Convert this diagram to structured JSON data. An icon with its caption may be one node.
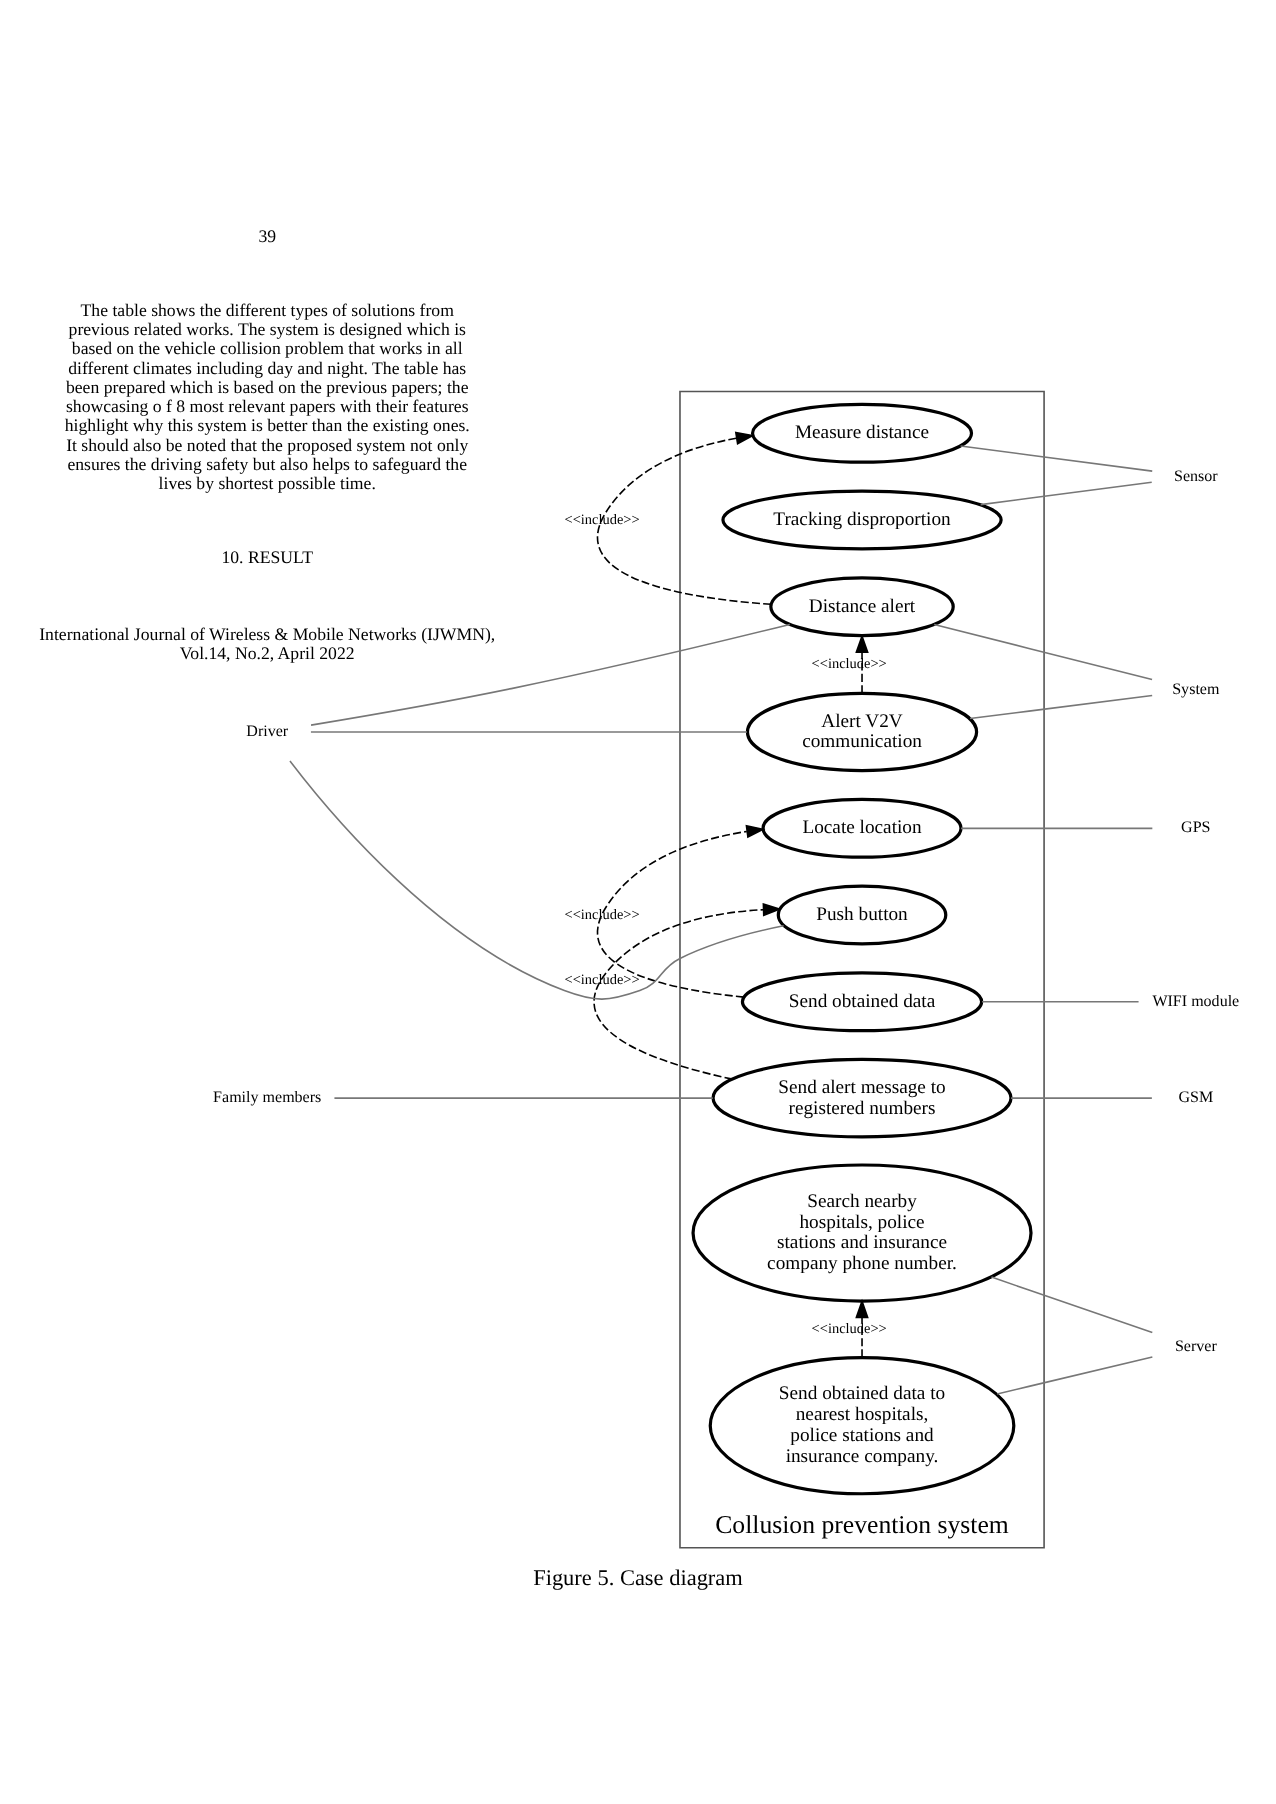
{
  "diagram": {
    "caption": "Figure 5. Case diagram",
    "nodes": [
      {
        "text": [
          "Collusion prevention system"
        ]
      },
      {
        "text": [
          "Measure distance"
        ],
        "in": 0
      },
      {
        "text": [
          "Tracking disproportion"
        ],
        "in": 0
      },
      {
        "text": [
          "Distance alert"
        ],
        "in": 0
      },
      {
        "text": [
          "Alert V2V communication"
        ],
        "in": 0
      },
      {
        "text": [
          "Locate location"
        ],
        "in": 0
      },
      {
        "text": [
          "Push button"
        ],
        "in": 0
      },
      {
        "text": [
          "Send obtained data"
        ],
        "in": 0
      },
      {
        "text": [
          "Send alert message to registered numbers"
        ],
        "in": 0
      },
      {
        "text": [
          "Search nearby hospitals, police stations and insurance company phone number."
        ],
        "in": 0
      },
      {
        "text": [
          "Send obtained data to nearest hospitals, police stations and insurance company."
        ],
        "in": 0
      },
      {
        "text": [
          "Driver"
        ]
      },
      {
        "text": [
          "Sensor"
        ]
      },
      {
        "text": [
          "System"
        ]
      },
      {
        "text": [
          "GPS"
        ]
      },
      {
        "text": [
          "WIFI module"
        ]
      },
      {
        "text": [
          "Family members"
        ]
      },
      {
        "text": [
          "GSM"
        ]
      },
      {
        "text": [
          "Server"
        ]
      }
    ],
    "edges": [
      {
        "from": 3,
        "to": 1,
        "arrow": "to",
        "style": "dashed",
        "color": "#000000",
        "label": "<<include>>"
      },
      {
        "from": 4,
        "to": 3,
        "arrow": "to",
        "style": "dashed",
        "color": "#000000",
        "label": "<<include>>"
      },
      {
        "from": 7,
        "to": 5,
        "arrow": "to",
        "style": "dashed",
        "color": "#000000",
        "label": "<<include>>"
      },
      {
        "from": 8,
        "to": 6,
        "arrow": "to",
        "style": "dashed",
        "color": "#000000",
        "label": "<<include>>"
      },
      {
        "from": 10,
        "to": 9,
        "arrow": "to",
        "style": "dashed",
        "color": "#000000",
        "label": "<<include>>"
      },
      {
        "from": 11,
        "to": 3,
        "arrow": "none"
      },
      {
        "from": 11,
        "to": 4,
        "arrow": "none"
      },
      {
        "from": 11,
        "to": 6,
        "arrow": "none"
      },
      {
        "from": 16,
        "to": 8,
        "arrow": "none"
      },
      {
        "from": 1,
        "to": 12,
        "arrow": "none"
      },
      {
        "from": 2,
        "to": 12,
        "arrow": "none"
      },
      {
        "from": 3,
        "to": 13,
        "arrow": "none"
      },
      {
        "from": 4,
        "to": 13,
        "arrow": "none"
      },
      {
        "from": 5,
        "to": 14,
        "arrow": "none"
      },
      {
        "from": 7,
        "to": 15,
        "arrow": "none"
      },
      {
        "from": 8,
        "to": 17,
        "arrow": "none"
      },
      {
        "from": 9,
        "to": 18,
        "arrow": "none"
      },
      {
        "from": 10,
        "to": 18,
        "arrow": "none"
      }
    ],
    "labels": [
      "International Journal of Wireless & Mobile Networks (IJWMN), Vol.14, No.2, April 2022",
      "10. RESULT",
      "The table shows the different types of solutions from previous related works. The system is designed which is based on the vehicle collision problem that works in all different climates including day and night. The table has been prepared which is based on the previous papers; the showcasing o f 8 most relevant papers with their features highlight why this system is better than the existing ones. It should also be noted that the proposed system not only ensures the driving safety but also helps to safeguard the lives by shortest possible time.",
      "39"
    ]
  }
}
